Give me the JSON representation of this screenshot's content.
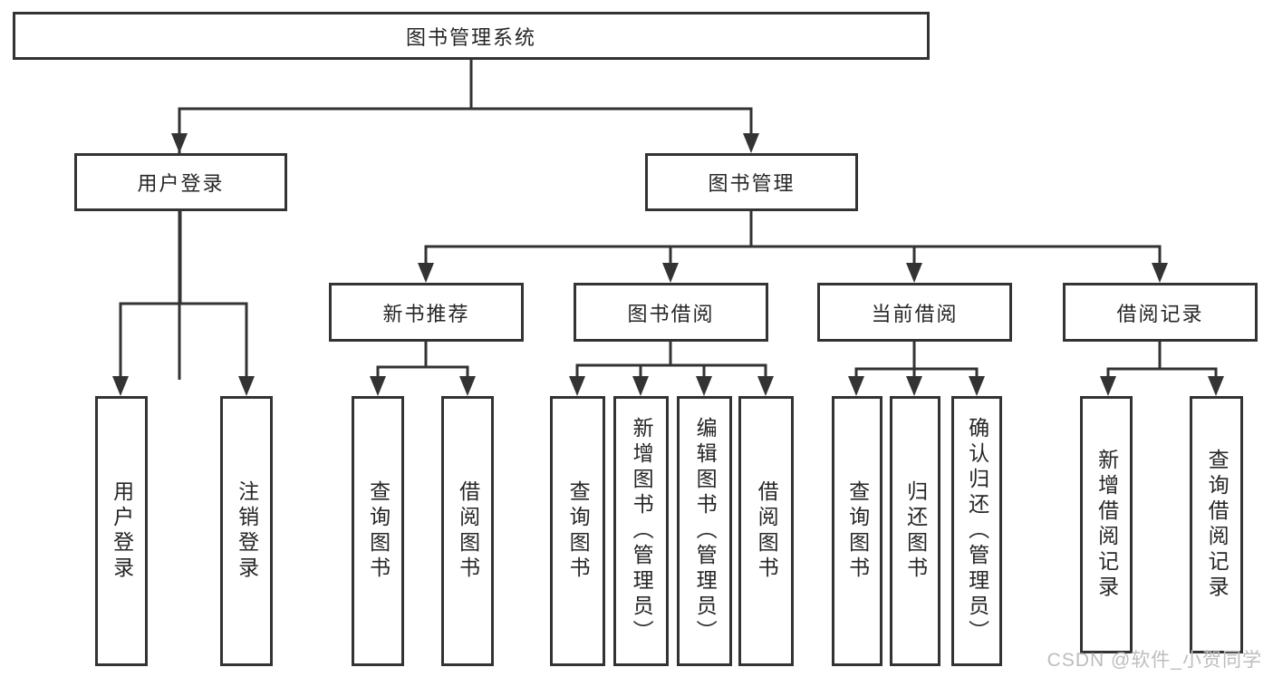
{
  "diagram": {
    "root": "图书管理系统",
    "level2": [
      "用户登录",
      "图书管理"
    ],
    "level3": [
      "新书推荐",
      "图书借阅",
      "当前借阅",
      "借阅记录"
    ],
    "leaves": {
      "user_login": [
        "用户登录",
        "注销登录"
      ],
      "new_book": [
        "查询图书",
        "借阅图书"
      ],
      "book_borrow": [
        "查询图书",
        "新增图书（管理员）",
        "编辑图书（管理员）",
        "借阅图书"
      ],
      "current_borrow": [
        "查询图书",
        "归还图书",
        "确认归还（管理员）"
      ],
      "records": [
        "新增借阅记录",
        "查询借阅记录"
      ]
    }
  },
  "watermark": "CSDN @软件_小贺同学",
  "colors": {
    "line": "#333333",
    "box_border": "#333333",
    "text": "#262626",
    "watermark": "#bdbdbd",
    "background": "#ffffff"
  }
}
